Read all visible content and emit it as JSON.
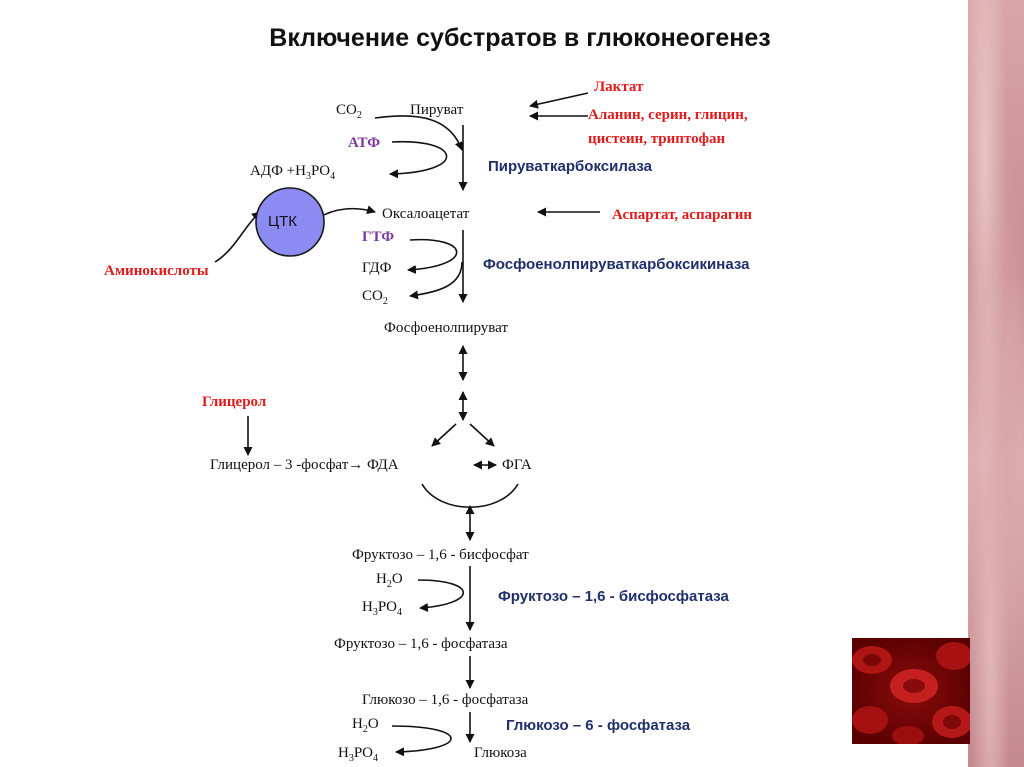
{
  "title": "Включение субстратов в глюконеогенез",
  "inputs": {
    "lactate": "Лактат",
    "amino_line1": "Аланин, серин, глицин,",
    "amino_line2": "цистеин, триптофан",
    "aspartate": "Аспартат, аспарагин",
    "amino_acids": "Аминокислоты",
    "glycerol": "Глицерол"
  },
  "enzymes": {
    "pyruvate_carboxylase": "Пируваткарбоксилаза",
    "pepck": "Фосфоенолпируваткарбоксикиназа",
    "fbpase": "Фруктозо – 1,6 - бисфосфатаза",
    "g6pase": "Глюкозо – 6 - фосфатаза"
  },
  "cofactors": {
    "atp": "АТФ",
    "gtp": "ГТФ"
  },
  "compounds": {
    "co2_top": "CO",
    "pyruvate": "Пируват",
    "adp_pi": "АДФ +Н",
    "tca": "ЦТК",
    "oxaloacetate": "Оксалоацетат",
    "gdp": "ГДФ",
    "co2_mid": "CO",
    "pep": "Фосфоенолпируват",
    "glycerol_3_phosphate": "Глицерол – 3 -фосфат→ ФДА",
    "fga": "ФГА",
    "f16bp": "Фруктозо – 1,6 - бисфосфат",
    "water1": "Н",
    "pi1": "Н",
    "f16phosphatase": "Фруктозо – 1,6 - фосфатаза",
    "glucose_phosphatase": "Глюкозо – 1,6 - фосфатаза",
    "water2": "Н",
    "pi2": "Н",
    "glucose": "Глюкоза"
  },
  "colors": {
    "red": "#e01b1b",
    "blue": "#1f2f6b",
    "purple": "#7a3aa0",
    "tca_circle": "#8b8bf2"
  }
}
